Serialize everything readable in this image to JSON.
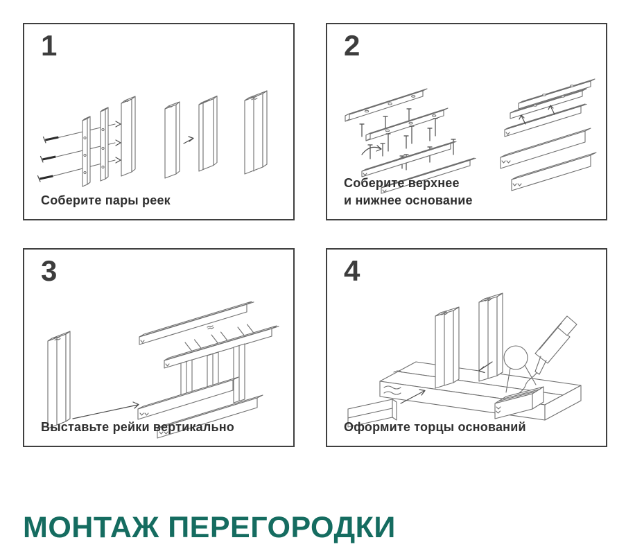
{
  "title": "МОНТАЖ ПЕРЕГОРОДКИ",
  "colors": {
    "accent": "#156C60",
    "panel_border": "#3F3F3F",
    "number": "#3D3D3D",
    "caption": "#2F2F2F",
    "line_art": "#6E6E6E"
  },
  "steps": [
    {
      "number": "1",
      "caption": "Соберите пары реек"
    },
    {
      "number": "2",
      "caption": "Соберите верхнее\nи нижнее основание"
    },
    {
      "number": "3",
      "caption": "Выставьте рейки вертикально"
    },
    {
      "number": "4",
      "caption": "Оформите торцы оснований"
    }
  ]
}
